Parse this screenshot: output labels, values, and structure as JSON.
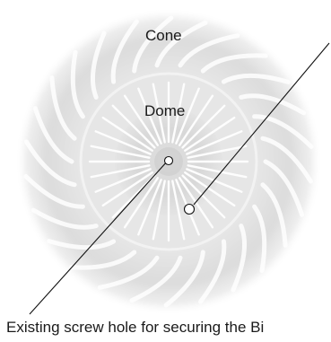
{
  "labels": {
    "cone": "Cone",
    "dome": "Dome",
    "screw_hole": "Existing screw hole for securing the Bi"
  },
  "colors": {
    "line": "#111111",
    "label_text": "#1a1a1a",
    "speaker_light": "#f7f7f7",
    "speaker_mid": "#e2e2e2",
    "speaker_dark": "#c8c8c8"
  }
}
